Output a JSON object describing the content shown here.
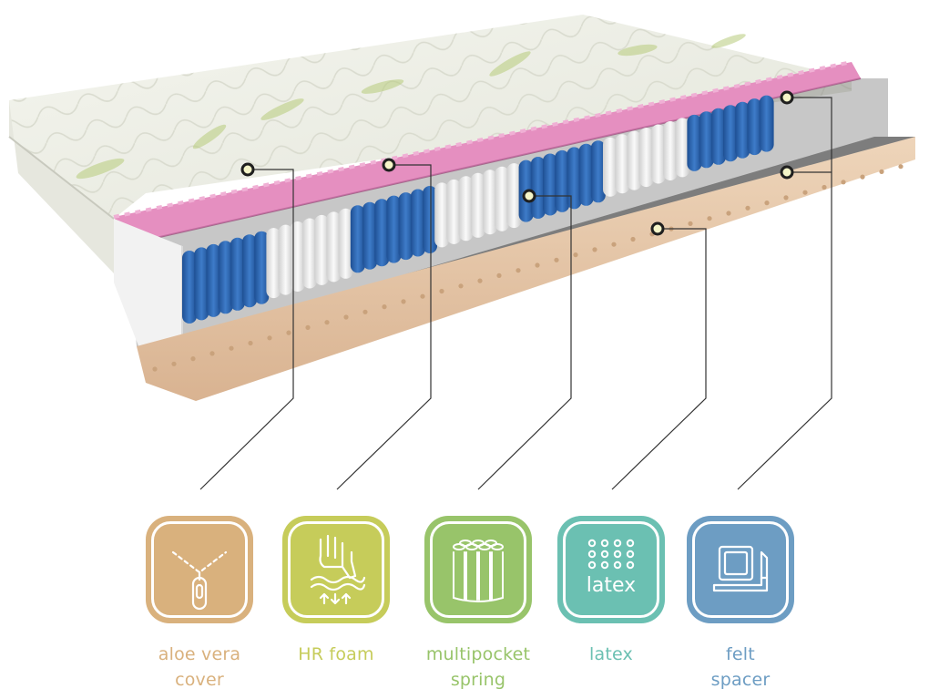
{
  "features": [
    {
      "label": "aloe vera\ncover",
      "icon": "zipper-icon",
      "color": "#D9B17D"
    },
    {
      "label": "HR foam",
      "icon": "hand-press-foam-icon",
      "color": "#C6CC5A"
    },
    {
      "label": "multipocket\nspring",
      "icon": "pocket-springs-icon",
      "color": "#98C46A"
    },
    {
      "label": "latex",
      "icon": "latex-holes-icon",
      "color": "#6BC0B2",
      "tile_text": "latex"
    },
    {
      "label": "felt\nspacer",
      "icon": "felt-sheet-icon",
      "color": "#6D9DC3"
    }
  ],
  "colors": {
    "pink_foam": "#E58FC0",
    "blue_spring": "#2D68B4",
    "white_spring": "#F1F1F1",
    "latex_base": "#E8C9AA",
    "felt": "#8A8A8A",
    "cover": "#EEEFE7",
    "callout_line": "#333333",
    "callout_dot": "#F5F5C8"
  }
}
